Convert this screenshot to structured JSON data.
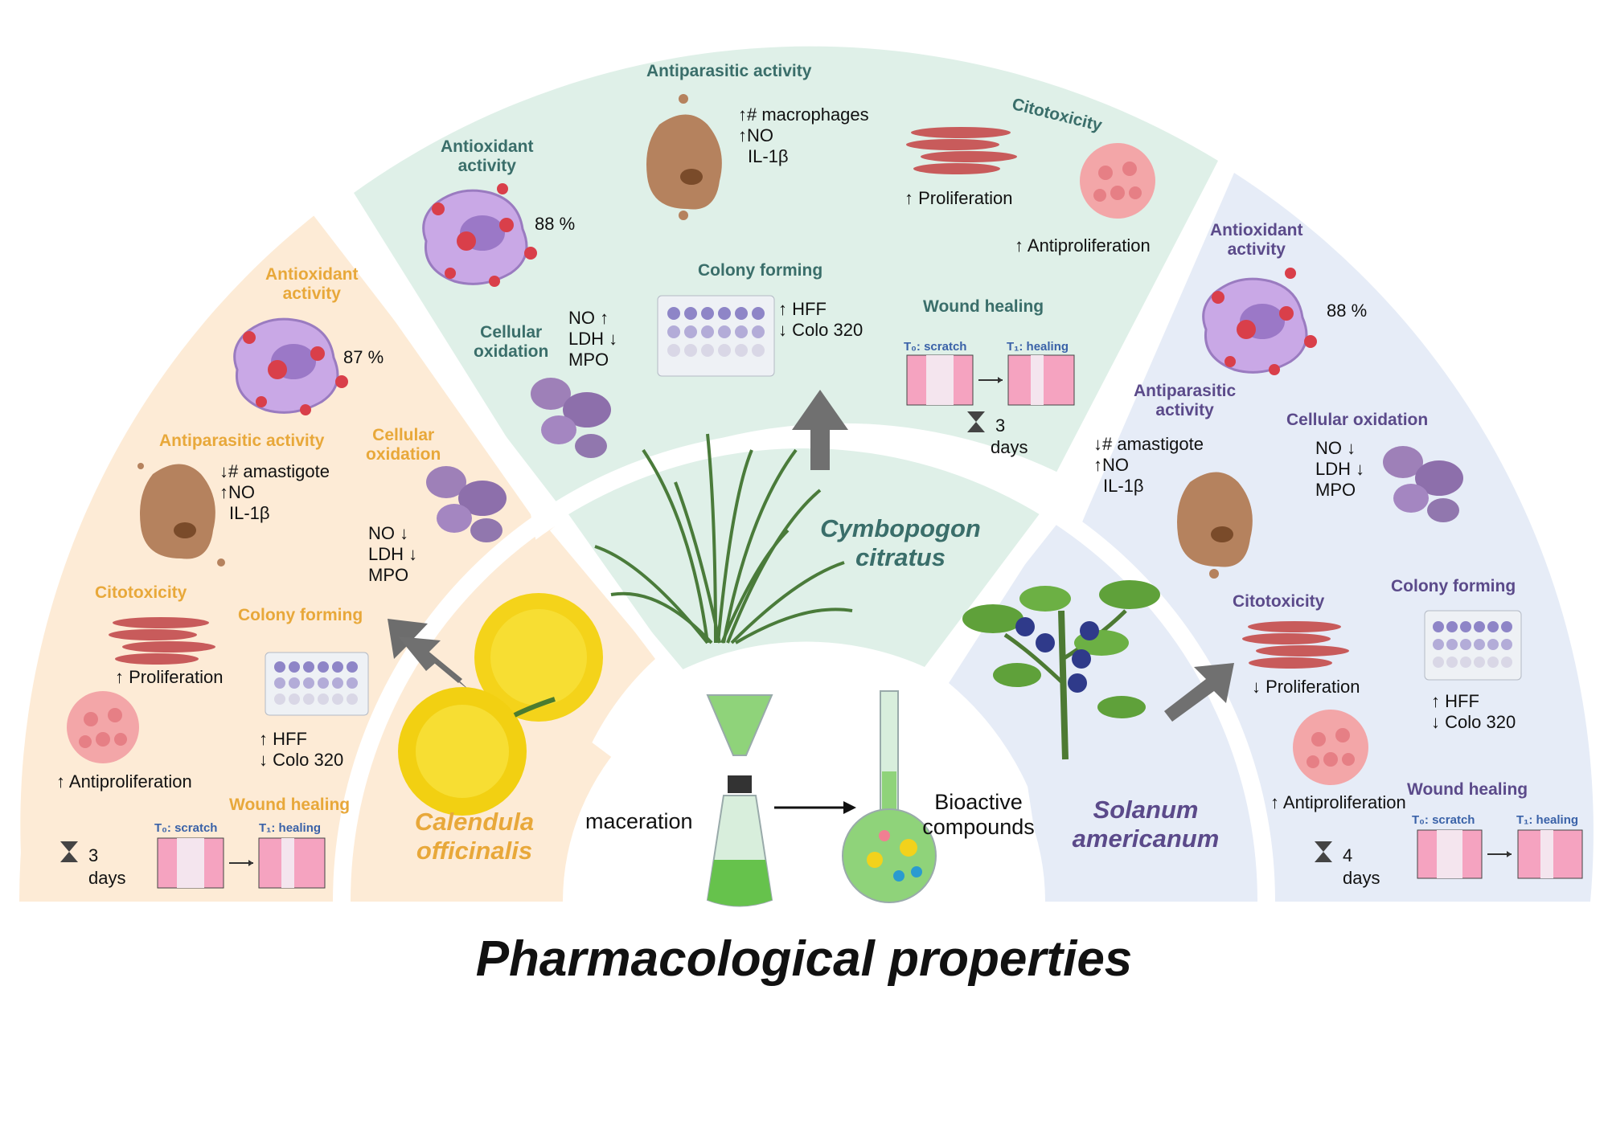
{
  "title": "Pharmacological properties",
  "process": {
    "step1": "maceration",
    "step2_line1": "Bioactive",
    "step2_line2": "compounds"
  },
  "calendula": {
    "name_line1": "Calendula",
    "name_line2": "officinalis",
    "antioxidant_line1": "Antioxidant",
    "antioxidant_line2": "activity",
    "antioxidant_value": "87 %",
    "antiparasitic": "Antiparasitic activity",
    "antiparasitic_items": [
      "↓# amastigote",
      "↑NO",
      "IL-1β"
    ],
    "cellular_line1": "Cellular",
    "cellular_line2": "oxidation",
    "cellular_items": [
      "NO ↓",
      "LDH ↓",
      "MPO"
    ],
    "citotoxicity": "Citotoxicity",
    "proliferation": "↑ Proliferation",
    "antiproliferation": "↑ Antiproliferation",
    "colony": "Colony forming",
    "colony_items": [
      "↑ HFF",
      "↓ Colo 320"
    ],
    "wound": "Wound healing",
    "wound_days_num": "3",
    "wound_days_unit": "days",
    "t0": "T₀: scratch",
    "t1": "T₁: healing"
  },
  "cymbopogon": {
    "name_line1": "Cymbopogon",
    "name_line2": "citratus",
    "antioxidant_line1": "Antioxidant",
    "antioxidant_line2": "activity",
    "antioxidant_value": "88 %",
    "antiparasitic": "Antiparasitic activity",
    "antiparasitic_items": [
      "↑# macrophages",
      "↑NO",
      "IL-1β"
    ],
    "citotoxicity": "Citotoxicity",
    "proliferation": "↑ Proliferation",
    "antiproliferation": "↑ Antiproliferation",
    "cellular_line1": "Cellular",
    "cellular_line2": "oxidation",
    "cellular_items": [
      "NO ↑",
      "LDH ↓",
      "MPO"
    ],
    "colony": "Colony forming",
    "colony_items": [
      "↑ HFF",
      "↓ Colo 320"
    ],
    "wound": "Wound healing",
    "wound_days_num": "3",
    "wound_days_unit": "days",
    "t0": "T₀: scratch",
    "t1": "T₁: healing"
  },
  "solanum": {
    "name_line1": "Solanum",
    "name_line2": "americanum",
    "antioxidant_line1": "Antioxidant",
    "antioxidant_line2": "activity",
    "antioxidant_value": "88 %",
    "antiparasitic_line1": "Antiparasitic",
    "antiparasitic_line2": "activity",
    "antiparasitic_items": [
      "↓# amastigote",
      "↑NO",
      "IL-1β"
    ],
    "cellular": "Cellular oxidation",
    "cellular_items": [
      "NO ↓",
      "LDH ↓",
      "MPO"
    ],
    "citotoxicity": "Citotoxicity",
    "proliferation": "↓ Proliferation",
    "antiproliferation": "↑ Antiproliferation",
    "colony": "Colony forming",
    "colony_items": [
      "↑ HFF",
      "↓ Colo 320"
    ],
    "wound": "Wound healing",
    "wound_days_num": "4",
    "wound_days_unit": "days",
    "t0": "T₀: scratch",
    "t1": "T₁: healing"
  },
  "colors": {
    "calendula_bg": "#fdebd6",
    "cymbopogon_bg": "#dff0e8",
    "solanum_bg": "#e6ecf7",
    "calendula_accent": "#e8a83a",
    "cymbopogon_accent": "#3a6e6a",
    "solanum_accent": "#5b4a8a"
  }
}
